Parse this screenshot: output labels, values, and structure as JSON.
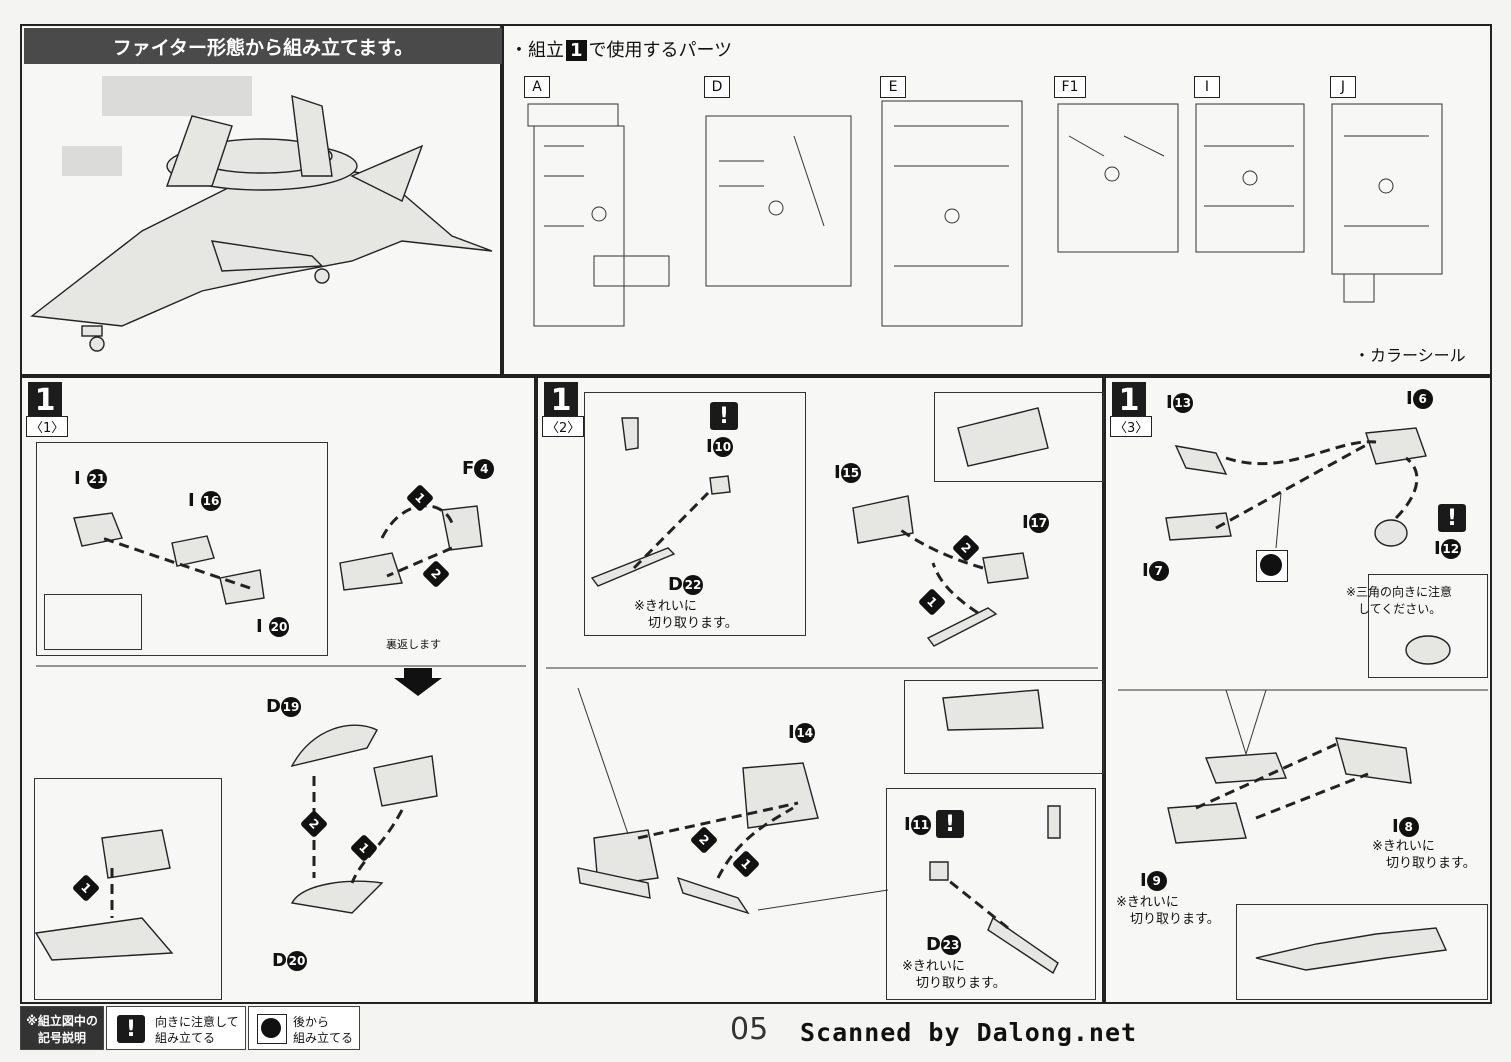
{
  "header": {
    "title": "ファイター形態から組み立てます。",
    "parts_used_label": "・組立",
    "parts_used_step": "1",
    "parts_used_suffix": "で使用するパーツ",
    "color_seal": "・カラーシール"
  },
  "sprues": [
    "A",
    "D",
    "E",
    "F1",
    "I",
    "J"
  ],
  "step1": {
    "number": "1",
    "substeps": [
      "〈1〉",
      "〈2〉",
      "〈3〉"
    ],
    "sub1": {
      "parts": [
        "I",
        "21",
        "I",
        "16",
        "F",
        "4",
        "I",
        "20",
        "D",
        "19",
        "D",
        "20"
      ],
      "order": [
        "1",
        "2",
        "1",
        "2",
        "1"
      ],
      "flip_note": "裏返します"
    },
    "sub2": {
      "parts": [
        "I",
        "10",
        "D",
        "22",
        "I",
        "15",
        "I",
        "17",
        "I",
        "14",
        "I",
        "11",
        "D",
        "23"
      ],
      "clean_cut": "※きれいに",
      "clean_cut2": "切り取ります。",
      "order": [
        "1",
        "2",
        "1",
        "2"
      ]
    },
    "sub3": {
      "parts": [
        "I",
        "13",
        "I",
        "6",
        "I",
        "7",
        "I",
        "12",
        "I",
        "8",
        "I",
        "9"
      ],
      "triangle_note1": "※三角の向きに注意",
      "triangle_note2": "してください。",
      "clean_cut": "※きれいに",
      "clean_cut2": "切り取ります。"
    }
  },
  "legend": {
    "title1": "※組立図中の",
    "title2": "記号説明",
    "item1_line1": "向きに注意して",
    "item1_line2": "組み立てる",
    "item2_line1": "後から",
    "item2_line2": "組み立てる"
  },
  "footer": {
    "page": "05",
    "credit": "Scanned by Dalong.net"
  }
}
